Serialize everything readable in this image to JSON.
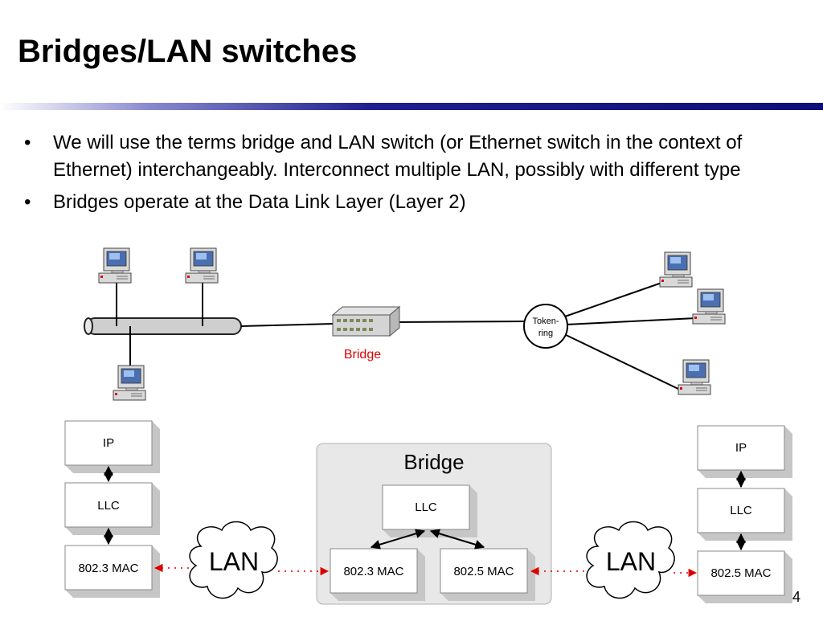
{
  "slide": {
    "title": "Bridges/LAN switches",
    "bullets": [
      "We will use the terms bridge and LAN switch (or Ethernet switch in the context of Ethernet) interchangeably. Interconnect multiple LAN, possibly with different type",
      "Bridges operate at the Data Link Layer (Layer 2)"
    ],
    "page_number": "4"
  },
  "topology": {
    "bridge_label": "Bridge",
    "token_ring_line1": "Token-",
    "token_ring_line2": "ring"
  },
  "stack": {
    "left": {
      "ip": "IP",
      "llc": "LLC",
      "mac": "802.3 MAC"
    },
    "bridge": {
      "title": "Bridge",
      "llc": "LLC",
      "mac_left": "802.3 MAC",
      "mac_right": "802.5 MAC"
    },
    "right": {
      "ip": "IP",
      "llc": "LLC",
      "mac": "802.5 MAC"
    },
    "lan_left": "LAN",
    "lan_right": "LAN"
  },
  "colors": {
    "accent_red": "#dd0000",
    "title_rule": "#1f1f8f"
  }
}
